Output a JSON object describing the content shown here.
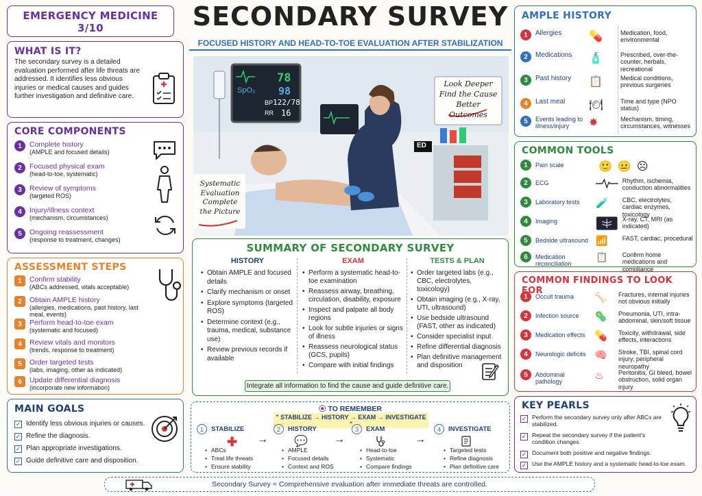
{
  "series": "EMERGENCY MEDICINE",
  "series_num": "3/10",
  "title": "SECONDARY SURVEY",
  "subtitle": "FOCUSED HISTORY AND HEAD-TO-TOE EVALUATION AFTER STABILIZATION",
  "what": {
    "title": "WHAT IS IT?",
    "text": "The secondary survey is a detailed evaluation performed after life threats are addressed. It identifies less obvious injuries or medical causes and guides further investigation and definitive care."
  },
  "core": {
    "title": "CORE COMPONENTS",
    "items": [
      {
        "n": "1",
        "t": "Complete history",
        "s": "(AMPLE and focused details)"
      },
      {
        "n": "2",
        "t": "Focused physical exam",
        "s": "(head-to-toe, systematic)"
      },
      {
        "n": "3",
        "t": "Review of symptoms",
        "s": "(targeted ROS)"
      },
      {
        "n": "4",
        "t": "Injury/illness context",
        "s": "(mechanism, circumstances)"
      },
      {
        "n": "5",
        "t": "Ongoing reassessment",
        "s": "(response to treatment, changes)"
      }
    ]
  },
  "steps": {
    "title": "ASSESSMENT STEPS",
    "items": [
      {
        "n": "1",
        "t": "Confirm stability",
        "s": "(ABCs addressed, vitals acceptable)"
      },
      {
        "n": "2",
        "t": "Obtain AMPLE history",
        "s": "(allergies, medications, past history, last meal, events)"
      },
      {
        "n": "3",
        "t": "Perform head-to-toe exam",
        "s": "(systematic and focused)"
      },
      {
        "n": "4",
        "t": "Review vitals and monitors",
        "s": "(trends, response to treatment)"
      },
      {
        "n": "5",
        "t": "Order targeted tests",
        "s": "(labs, imaging, other as indicated)"
      },
      {
        "n": "6",
        "t": "Update differential diagnosis",
        "s": "(incorporate new information)"
      }
    ]
  },
  "goals": {
    "title": "MAIN GOALS",
    "items": [
      "Identify less obvious injuries or causes.",
      "Refine the diagnosis.",
      "Plan appropriate investigations.",
      "Guide definitive care and disposition."
    ]
  },
  "illus": {
    "monitor": {
      "hr": "78",
      "spo2_label": "SpO₂",
      "spo2": "98",
      "bp_label": "BP",
      "bp": "122/78",
      "rr_label": "RR",
      "rr": "16"
    },
    "note_right": "Look Deeper Find the Cause Better Outcomes",
    "note_left": "Systematic Evaluation Complete the Picture",
    "badge": "ED"
  },
  "summary": {
    "title": "SUMMARY OF SECONDARY SURVEY",
    "history": {
      "title": "HISTORY",
      "items": [
        "Obtain AMPLE and focused details",
        "Clarify mechanism or onset",
        "Explore symptoms (targeted ROS)",
        "Determine context (e.g., trauma, medical, substance use)",
        "Review previous records if available"
      ]
    },
    "exam": {
      "title": "EXAM",
      "items": [
        "Perform a systematic head-to-toe examination",
        "Reassess airway, breathing, circulation, disability, exposure",
        "Inspect and palpate all body regions",
        "Look for subtle injuries or signs of illness",
        "Reassess neurological status (GCS, pupils)",
        "Compare with initial findings"
      ]
    },
    "tests": {
      "title": "TESTS & PLAN",
      "items": [
        "Order targeted labs (e.g., CBC, electrolytes, toxicology)",
        "Obtain imaging (e.g., X-ray, UTI, ultrasound)",
        "Use bedside ultrasound (FAST, other as indicated)",
        "Consider specialist input",
        "Refine differential diagnosis",
        "Plan definitive management and disposition"
      ]
    },
    "footer": "Integrate all information to find the cause and guide definitive care."
  },
  "remember": {
    "title": "TO REMEMBER",
    "flow": "\" STABILIZE → HISTORY → EXAM → INVESTIGATE \"",
    "steps": [
      {
        "n": "1",
        "t": "STABILIZE",
        "items": [
          "ABCs",
          "Treat life threats",
          "Ensure stability"
        ]
      },
      {
        "n": "2",
        "t": "HISTORY",
        "items": [
          "AMPLE",
          "Focused details",
          "Context and ROS"
        ]
      },
      {
        "n": "3",
        "t": "EXAM",
        "items": [
          "Head-to-toe",
          "Systematic",
          "Compare findings"
        ]
      },
      {
        "n": "4",
        "t": "INVESTIGATE",
        "items": [
          "Targeted tests",
          "Refine diagnosis",
          "Plan definitive care"
        ]
      }
    ]
  },
  "bottom": "Secondary Survey = Comprehensive evaluation after immediate threats are controlled.",
  "ample": {
    "title": "AMPLE HISTORY",
    "items": [
      {
        "n": "1",
        "t": "Allergies",
        "d": "Medication, food, environmental",
        "c": "#d8323a"
      },
      {
        "n": "2",
        "t": "Medications",
        "d": "Prescribed, over-the-counter, herbals, recreational",
        "c": "#2f6fc4"
      },
      {
        "n": "3",
        "t": "Past history",
        "d": "Medical conditions, previous surgeries",
        "c": "#2e8b3e"
      },
      {
        "n": "4",
        "t": "Last meal",
        "d": "Time and type (NPO status)",
        "c": "#e8812a"
      },
      {
        "n": "5",
        "t": "Events leading to illness/injury",
        "d": "Mechanism, timing, circumstances, witnesses",
        "c": "#2f6fc4"
      }
    ]
  },
  "tools": {
    "title": "COMMON TOOLS",
    "items": [
      {
        "n": "1",
        "t": "Pain scale",
        "d": ""
      },
      {
        "n": "2",
        "t": "ECG",
        "d": "Rhythm, ischemia, conduction abnormalities"
      },
      {
        "n": "3",
        "t": "Laboratory tests",
        "d": "CBC, electrolytes, cardiac enzymes, toxicology"
      },
      {
        "n": "4",
        "t": "Imaging",
        "d": "X-ray, CT, MRI (as indicated)"
      },
      {
        "n": "5",
        "t": "Bedside ultrasound",
        "d": "FAST, cardiac, procedural"
      },
      {
        "n": "6",
        "t": "Medication reconciliation",
        "d": "Confirm home medications and compliance"
      }
    ]
  },
  "findings": {
    "title": "COMMON FINDINGS TO LOOK FOR",
    "items": [
      {
        "n": "1",
        "t": "Occult trauma",
        "d": "Fractures, internal injuries not obvious initially"
      },
      {
        "n": "2",
        "t": "Infection source",
        "d": "Pneumonia, UTI, intra-abdominal, skin/soft tissue"
      },
      {
        "n": "3",
        "t": "Medication effects",
        "d": "Toxicity, withdrawal, side effects, interactions"
      },
      {
        "n": "4",
        "t": "Neurologic deficits",
        "d": "Stroke, TBI, spinal cord injury, peripheral neuropathy"
      },
      {
        "n": "5",
        "t": "Abdominal pathology",
        "d": "Peritonitis, GI bleed, bowel obstruction, solid organ injury"
      }
    ]
  },
  "pearls": {
    "title": "KEY PEARLS",
    "items": [
      "Perform the secondary survey only after ABCs are stabilized.",
      "Repeat the secondary survey if the patient's condition changes.",
      "Document both positive and negative findings.",
      "Use the AMPLE history and a systematic head-to-toe exam."
    ]
  },
  "colors": {
    "purple": "#6a2fa0",
    "orange": "#e8812a",
    "blue": "#2f6fc4",
    "green": "#2e8b3e",
    "red": "#d8323a",
    "navy": "#1f3f7a"
  }
}
